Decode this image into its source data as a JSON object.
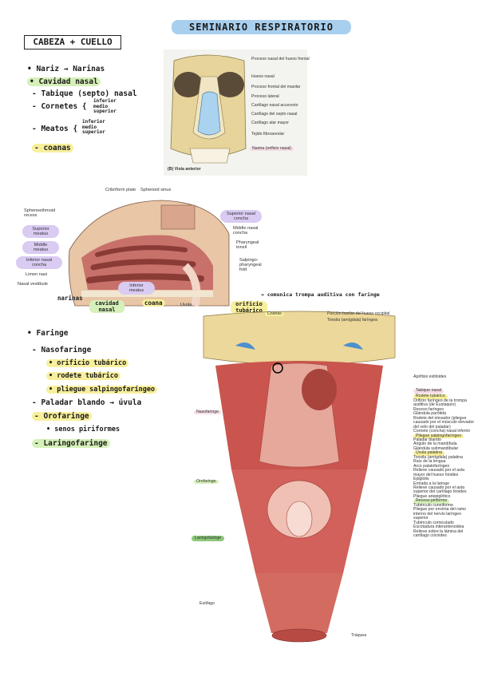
{
  "title": "SEMINARIO RESPIRATORIO",
  "section_cabeza": "CABEZA + CUELLO",
  "notes_nose": {
    "nariz": "• Nariz → Narinas",
    "cavidad": "• Cavidad nasal",
    "tabique": "- Tabique (septo) nasal",
    "cornetes": "- Cornetes {",
    "cornetes_sub": [
      "inferior",
      "medio",
      "superior"
    ],
    "meatos": "- Meatos {",
    "meatos_sub": [
      "inferior",
      "medio",
      "superior"
    ],
    "coanas": "- coanas"
  },
  "fig_skull": {
    "labels": [
      "Proceso nasal del hueso frontal",
      "Hueso nasal",
      "Proceso frontal del maxilar",
      "Proceso lateral",
      "Cartílago nasal accesorio",
      "Cartílago del septo nasal",
      "Cartílago alar mayor",
      "Tejido fibroareolar",
      "Narina (orificio nasal)"
    ],
    "caption": "(B) Vista anterior"
  },
  "fig_sagittal": {
    "labels": [
      "Cribriform plate",
      "Sphenoid sinus",
      "Sphenoethmoid recess",
      "Superior meatus",
      "Middle meatus",
      "Inferior nasal concha",
      "Limen nasi",
      "Nasal vestibule",
      "Superior nasal concha",
      "Middle nasal concha",
      "Pharyngeal tonsil",
      "Salpingo-pharyngeal fold",
      "Inferior meatus",
      "Uvula"
    ],
    "annotations": [
      "narinas",
      "cavidad nasal",
      "coana"
    ]
  },
  "notes_faringe": {
    "faringe": "• Faringe",
    "naso": "- Nasofaringe",
    "orificio": "• orificio tubárico",
    "rodete": "• rodete tubárico",
    "pliegue": "• pliegue salpingofaríngeo",
    "paladar": "- Paladar blando → úvula",
    "oro": "- Orofaringe",
    "senos": "• senos piriformes",
    "laringo": "- Laringofaringe"
  },
  "fig_pharynx": {
    "annotation_top": "→ comunica trompa auditiva con faringe",
    "annotation_orificio": "orificio tubárico",
    "coanas": "Coanas",
    "top_labels": [
      "Porción basilar del hueso occipital",
      "Tonsila (amígdala) faríngea"
    ],
    "left_labels": [
      "Nasofaringe",
      "Orofaringe",
      "Laringofaringe",
      "Esófago"
    ],
    "right_labels": [
      "Apófisis estiloides",
      "Tabique nasal",
      "Rodete tubárico",
      "Orificio faríngeo de la trompa auditiva (de Eustaquio)",
      "Receso faríngeo",
      "Glándula parótida",
      "Rodete del elevador (pliegue causado por el músculo elevador del velo del paladar)",
      "Cornete (concha) nasal inferior",
      "Pliegue salpingofaríngeo",
      "Paladar blando",
      "Ángulo de la mandíbula",
      "Glándula submandibular",
      "Úvula palatina",
      "Tonsila (amígdala) palatina",
      "Raíz de la lengua",
      "Arco palatofaríngeo",
      "Relieve causado por el asta mayor del hueso hioides",
      "Epiglotis",
      "Entrada a la laringe",
      "Relieve causado por el asta superior del cartílago tiroides",
      "Pliegue ariepiglótico",
      "Receso piriforme",
      "Tubérculo cuneiforme",
      "Pliegue por encima del ramo interno del nervio laríngeo superior",
      "Tubérculo corniculado",
      "Escotadura interaritenoidea",
      "Relieve sobre la lámina del cartílago cricoides",
      "Tráquea"
    ]
  },
  "colors": {
    "blue": "#a9cfee",
    "green": "#d6f0b9",
    "yellow": "#f7ef9c",
    "purple": "#d9cbf2",
    "muscle": "#c9554e"
  }
}
